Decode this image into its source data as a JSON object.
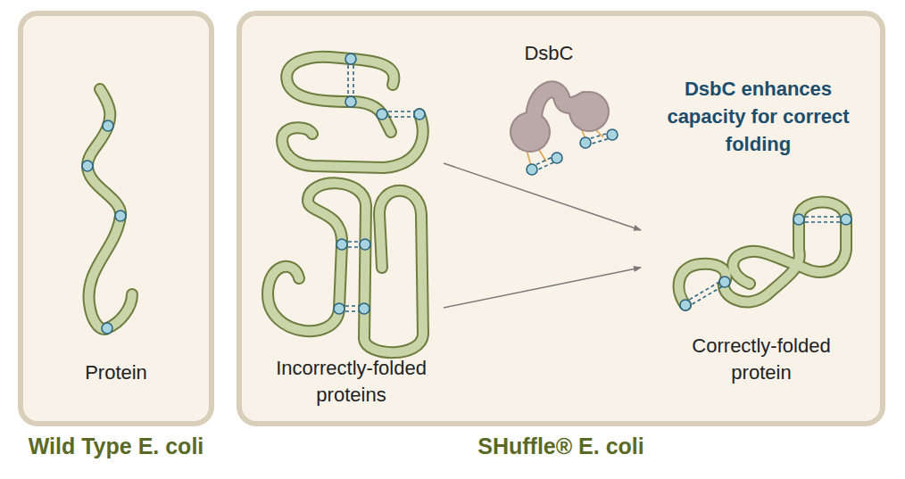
{
  "diagram": {
    "nodes": [
      {
        "text": [
          "Wild Type E. coli"
        ]
      },
      {
        "text": [
          "Protein"
        ],
        "in": 0
      },
      {
        "text": [
          "SHuffle® E. coli"
        ]
      },
      {
        "text": [
          "Incorrectly-folded proteins"
        ],
        "in": 2
      },
      {
        "text": [
          "DsbC"
        ],
        "in": 2
      },
      {
        "text": [
          "Correctly-folded protein"
        ],
        "in": 2
      }
    ],
    "edges": [
      {
        "from": 3,
        "to": 5,
        "arrow": "to"
      },
      {
        "from": 3,
        "to": 5,
        "arrow": "to"
      }
    ],
    "labels": [
      "DsbC enhances capacity for correct folding"
    ]
  }
}
